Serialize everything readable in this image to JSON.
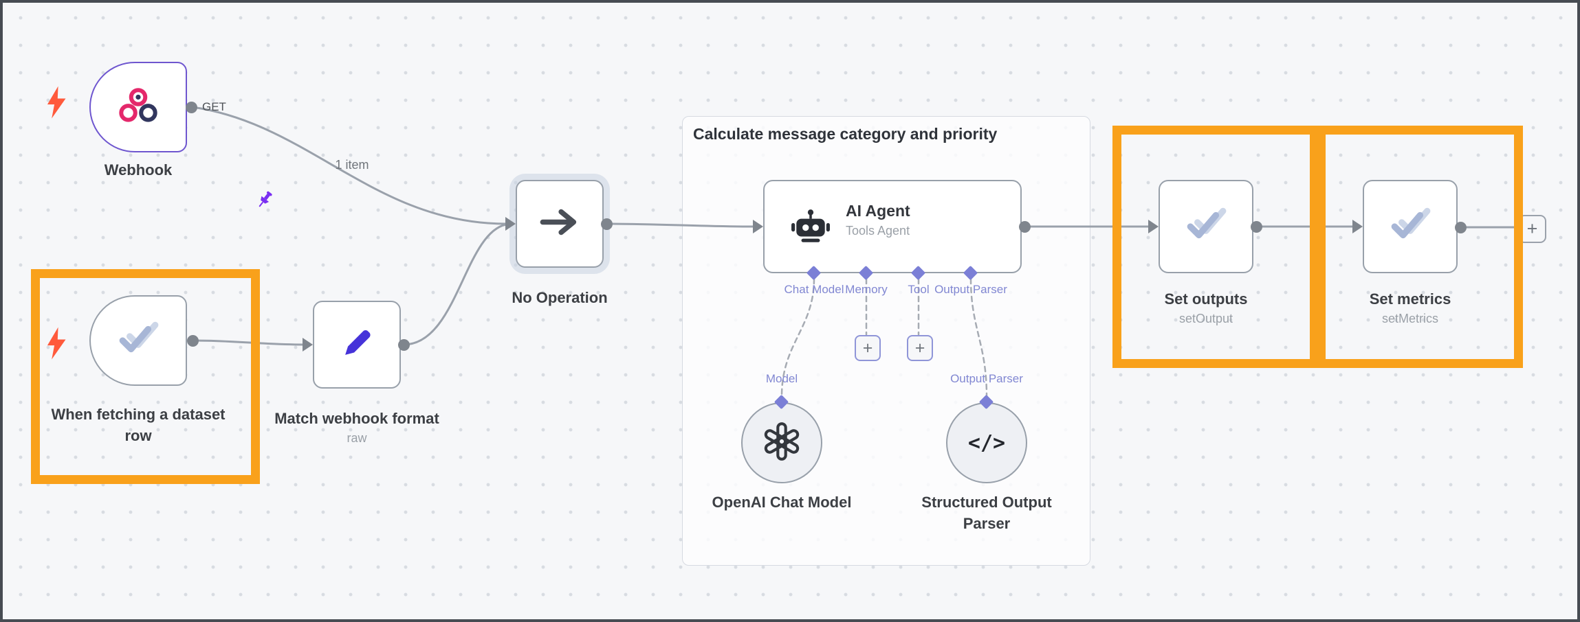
{
  "group": {
    "title": "Calculate message category and priority"
  },
  "edge_labels": {
    "webhook_items": "1 item"
  },
  "icons": {
    "plus": "+"
  },
  "colors": {
    "highlight_orange": "#F9A11B",
    "pinned_purple": "#6E56CF",
    "port_purple": "#7B7FD6",
    "bolt_red": "#FF5A3C",
    "pencil_blue": "#4633D9",
    "webhook_pink": "#E4286B",
    "canvas_bg": "#F6F7F9"
  },
  "nodes": {
    "webhook": {
      "label": "Webhook",
      "method_badge": "GET"
    },
    "dataset_trigger": {
      "label": "When fetching a dataset row"
    },
    "match_format": {
      "label": "Match webhook format",
      "subtitle": "raw"
    },
    "no_operation": {
      "label": "No Operation"
    },
    "ai_agent": {
      "title": "AI Agent",
      "subtitle": "Tools Agent",
      "port_chat_model": "Chat Model",
      "port_memory": "Memory",
      "port_tool": "Tool",
      "port_output_parser": "Output Parser"
    },
    "openai_chat_model": {
      "label": "OpenAI Chat Model",
      "port_label": "Model"
    },
    "structured_output_parser": {
      "label_line1": "Structured Output",
      "label_line2": "Parser",
      "port_label": "Output Parser",
      "icon_text": "</>"
    },
    "set_outputs": {
      "label": "Set outputs",
      "subtitle": "setOutput"
    },
    "set_metrics": {
      "label": "Set metrics",
      "subtitle": "setMetrics"
    }
  }
}
